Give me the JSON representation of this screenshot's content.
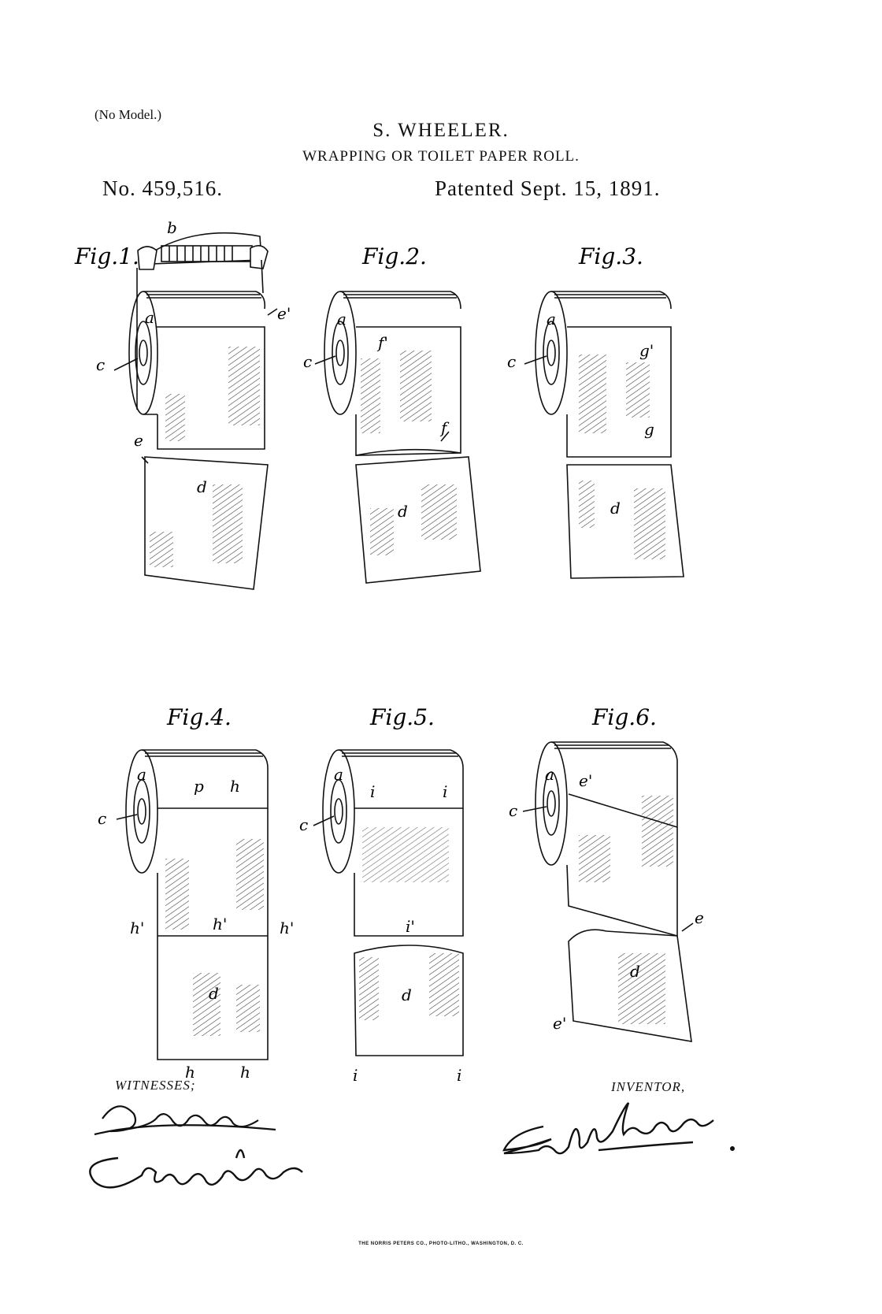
{
  "header": {
    "model_note": "(No Model.)",
    "inventor_name": "S. WHEELER.",
    "invention_title": "WRAPPING OR TOILET PAPER ROLL.",
    "patent_number": "No. 459,516.",
    "patent_date": "Patented Sept. 15, 1891."
  },
  "figures": [
    {
      "label": "Fig.1.",
      "letters": [
        "b",
        "a",
        "e'",
        "c",
        "e",
        "d"
      ]
    },
    {
      "label": "Fig.2.",
      "letters": [
        "a",
        "c",
        "f'",
        "f",
        "d"
      ]
    },
    {
      "label": "Fig.3.",
      "letters": [
        "a",
        "c",
        "g'",
        "g",
        "d"
      ]
    },
    {
      "label": "Fig.4.",
      "letters": [
        "a",
        "c",
        "p",
        "h",
        "h'",
        "h'",
        "h'",
        "d",
        "h",
        "h"
      ]
    },
    {
      "label": "Fig.5.",
      "letters": [
        "a",
        "c",
        "i",
        "i",
        "i'",
        "d",
        "i",
        "i"
      ]
    },
    {
      "label": "Fig.6.",
      "letters": [
        "a",
        "c",
        "e'",
        "e",
        "d",
        "e'"
      ]
    }
  ],
  "footer": {
    "witnesses_label": "WITNESSES;",
    "inventor_label": "INVENTOR,",
    "printer_credit": "THE NORRIS PETERS CO., PHOTO-LITHO., WASHINGTON, D. C."
  },
  "colors": {
    "ink": "#111111",
    "paper": "#ffffff"
  }
}
